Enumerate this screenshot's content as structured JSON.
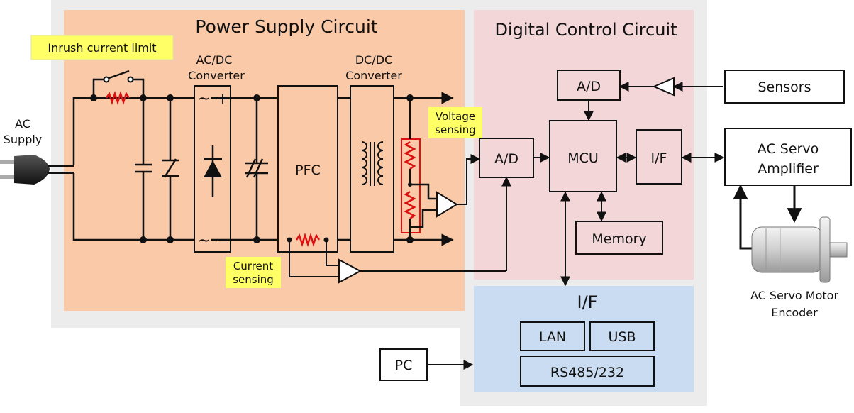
{
  "sections": {
    "power_supply": "Power Supply Circuit",
    "digital_control": "Digital Control Circuit",
    "interface": "I/F"
  },
  "labels": {
    "ac_supply_line1": "AC",
    "ac_supply_line2": "Supply",
    "inrush": "Inrush current limit",
    "acdc_line1": "AC/DC",
    "acdc_line2": "Converter",
    "dcdc_line1": "DC/DC",
    "dcdc_line2": "Converter",
    "pfc": "PFC",
    "voltage_line1": "Voltage",
    "voltage_line2": "sensing",
    "current_line1": "Current",
    "current_line2": "sensing",
    "ad_top": "A/D",
    "ad_left": "A/D",
    "mcu": "MCU",
    "if_small": "I/F",
    "memory": "Memory",
    "sensors": "Sensors",
    "servo_amp_line1": "AC Servo",
    "servo_amp_line2": "Amplifier",
    "motor_line1": "AC Servo Motor",
    "motor_line2": "Encoder",
    "lan": "LAN",
    "usb": "USB",
    "rs485": "RS485/232",
    "pc": "PC",
    "rect_plus": "+",
    "rect_minus": "−",
    "rect_tilde_top": "~",
    "rect_tilde_bot": "~"
  },
  "colors": {
    "power_bg": "#f9c9a8",
    "digital_bg": "#f2d6d8",
    "interface_bg": "#c9dcf1",
    "outer_bg": "#ececec",
    "highlight": "#ffff66",
    "resistor": "#dd1111"
  }
}
